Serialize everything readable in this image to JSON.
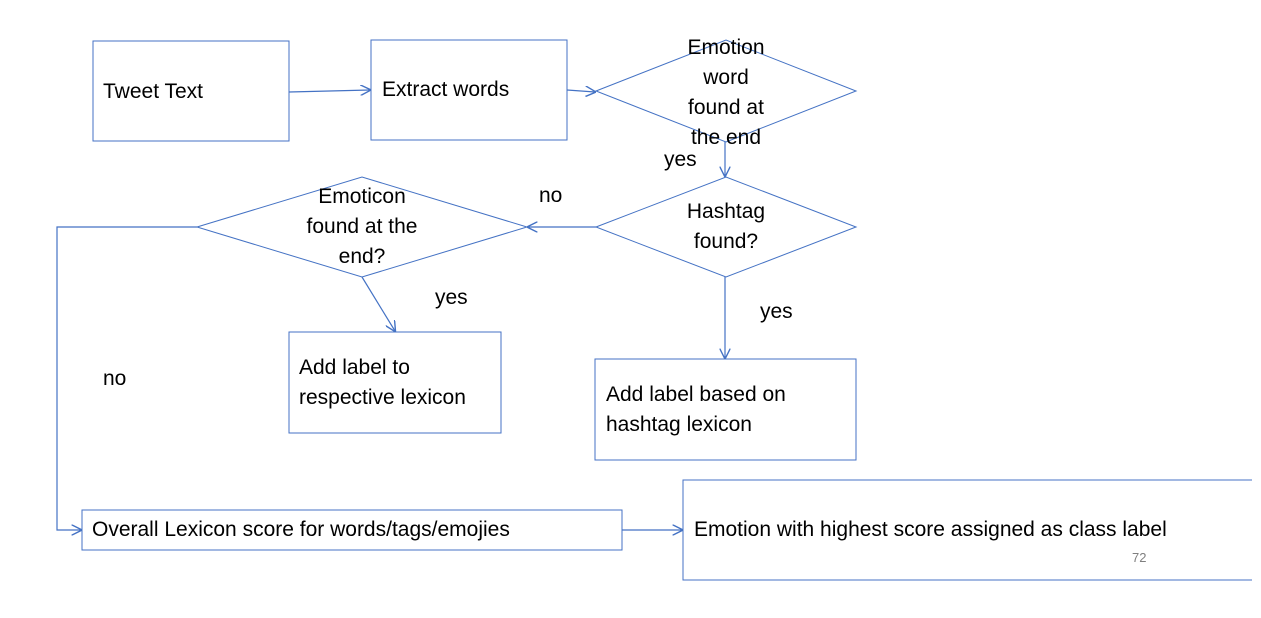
{
  "nodes": {
    "tweet_text": "Tweet Text",
    "extract_words": "Extract words",
    "emotion_word": [
      "Emotion",
      "word",
      "found at",
      "the end"
    ],
    "hashtag_found": [
      "Hashtag",
      "found?"
    ],
    "emoticon_found": [
      "Emoticon",
      "found at the",
      "end?"
    ],
    "add_label_lexicon": [
      "Add label to",
      "respective lexicon"
    ],
    "add_label_hashtag": [
      "Add label based on",
      "hashtag lexicon"
    ],
    "overall_score": "Overall Lexicon score for words/tags/emojies",
    "emotion_highest": "Emotion with highest score assigned as class label"
  },
  "edge_labels": {
    "emotion_yes": "yes",
    "hashtag_no": "no",
    "emoticon_yes": "yes",
    "hashtag_yes": "yes",
    "emoticon_no": "no"
  },
  "page_number": "72",
  "colors": {
    "stroke": "#4472c4"
  }
}
